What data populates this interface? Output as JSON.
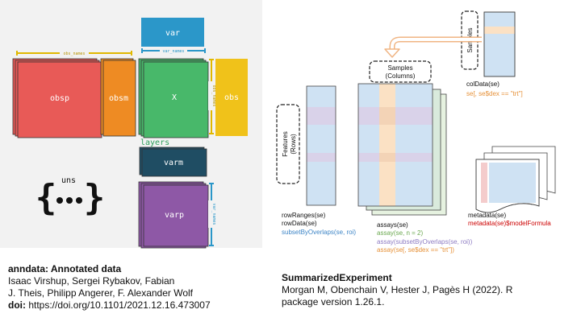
{
  "anndata": {
    "blocks": {
      "var": "var",
      "obsp": "obsp",
      "obsm": "obsm",
      "X": "X",
      "obs": "obs",
      "varm": "varm",
      "varp": "varp",
      "uns": "uns",
      "layers": "layers"
    },
    "labels": {
      "obs_names": "obs_names",
      "var_names": "var_names"
    },
    "colors": {
      "var": "#2b97c9",
      "obsp": "#e85a57",
      "obsm": "#ee8b23",
      "X": "#48b86a",
      "obs": "#f0c21a",
      "varm": "#1f4d63",
      "varp": "#8e58a6",
      "layers": "#2e9e5a"
    }
  },
  "se": {
    "features_label": "Features (Rows)",
    "samples_columns_label": "Samples (Columns)",
    "samples_label": "Samples",
    "coldata": [
      "colData(se)",
      "se[, se$dex == \"trt\"]"
    ],
    "rowranges": [
      "rowRanges(se)",
      "rowData(se)",
      "subsetByOverlaps(se, roi)"
    ],
    "assays": [
      "assays(se)",
      "assay(se, n = 2)",
      "assay(subsetByOverlaps(se, roi))",
      "assay(se[, se$dex == \"trt\"])"
    ],
    "metadata": [
      "metadata(se)",
      "metadata(se)$modelFormula"
    ],
    "colors": {
      "blue": "#cfe2f3",
      "purple": "#d9d2e9",
      "peach": "#fbe1c4",
      "orange": "#e69138",
      "green_text": "#6aa84f",
      "purple_text": "#8e7cc3",
      "blue_text": "#3d85c6",
      "red_text": "#cc0000"
    }
  },
  "citations": {
    "anndata": {
      "title": "anndata: Annotated data",
      "authors_1": "Isaac Virshup, Sergei Rybakov, Fabian",
      "authors_2": "J. Theis, Philipp Angerer, F. Alexander Wolf",
      "doi_label": "doi:",
      "doi": " https://doi.org/10.1101/2021.12.16.473007"
    },
    "se": {
      "title": "SummarizedExperiment",
      "line_1": "Morgan M, Obenchain V, Hester J, Pagès H (2022). R",
      "line_2": "package version 1.26.1."
    }
  }
}
